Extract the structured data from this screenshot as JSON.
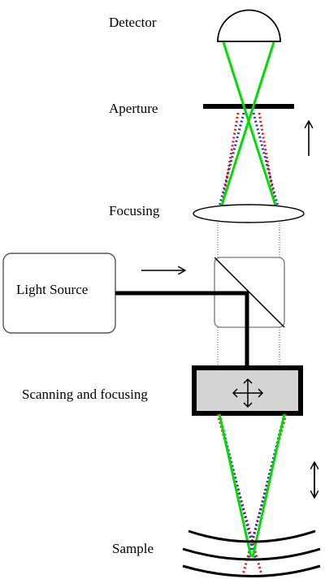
{
  "labels": {
    "detector": "Detector",
    "aperture": "Aperture",
    "focusing": "Focusing",
    "light_source": "Light Source",
    "scanning": "Scanning and focusing",
    "sample": "Sample"
  },
  "colors": {
    "green_beam": "#00dd00",
    "blue_beam": "#2233cc",
    "red_beam": "#ee1111",
    "scanner_fill": "#d4d4d4",
    "outline": "#000000"
  },
  "icons": {
    "scan_icon": "four-way-arrow-icon",
    "source_arrow": "right-arrow-icon",
    "aperture_arrow": "up-arrow-icon",
    "sample_arrow": "double-vertical-arrow-icon"
  }
}
